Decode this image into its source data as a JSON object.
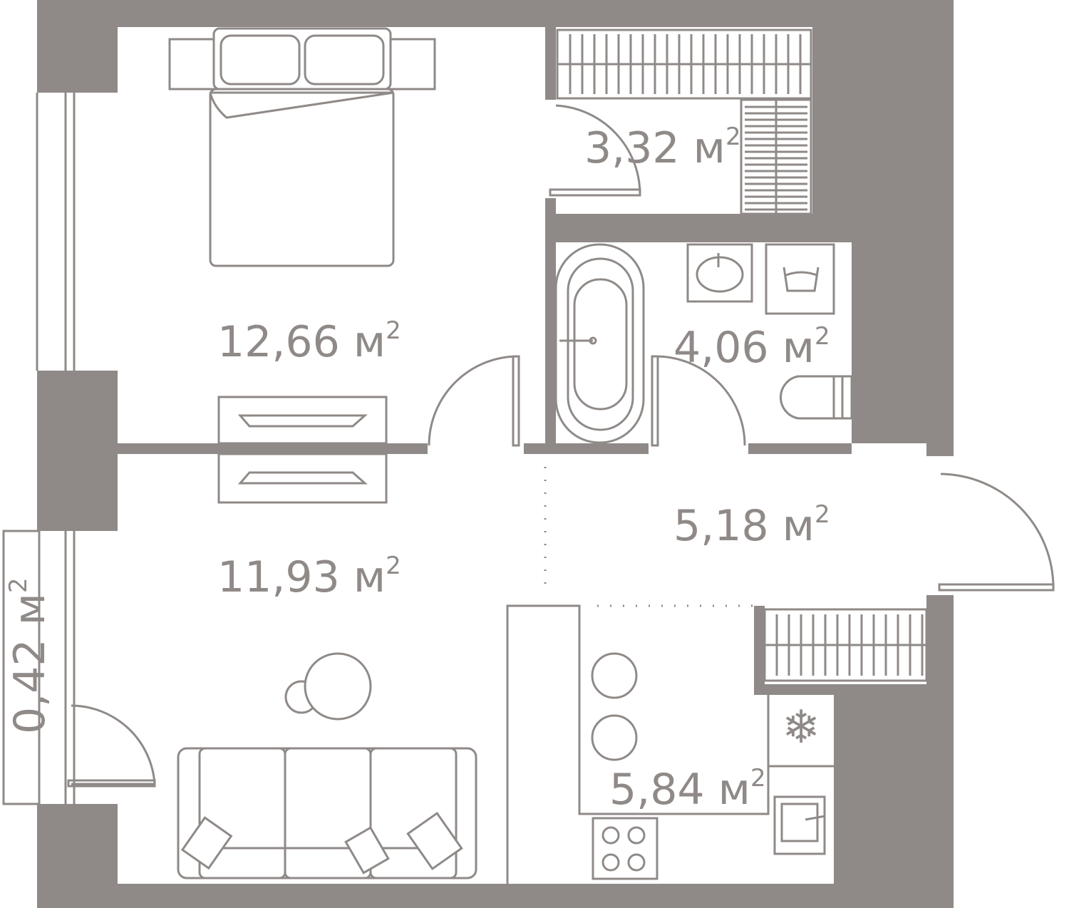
{
  "plan": {
    "colors": {
      "wall": "#8f8a87",
      "background": "#ffffff"
    },
    "rooms": [
      {
        "id": "bedroom",
        "area": "12,66",
        "unit": "м",
        "exp": "2"
      },
      {
        "id": "walk-in-closet",
        "area": "3,32",
        "unit": "м",
        "exp": "2"
      },
      {
        "id": "bathroom",
        "area": "4,06",
        "unit": "м",
        "exp": "2"
      },
      {
        "id": "hallway",
        "area": "5,18",
        "unit": "м",
        "exp": "2"
      },
      {
        "id": "living-room",
        "area": "11,93",
        "unit": "м",
        "exp": "2"
      },
      {
        "id": "kitchen",
        "area": "5,84",
        "unit": "м",
        "exp": "2"
      },
      {
        "id": "balcony",
        "area": "0,42",
        "unit": "м",
        "exp": "2"
      }
    ]
  }
}
